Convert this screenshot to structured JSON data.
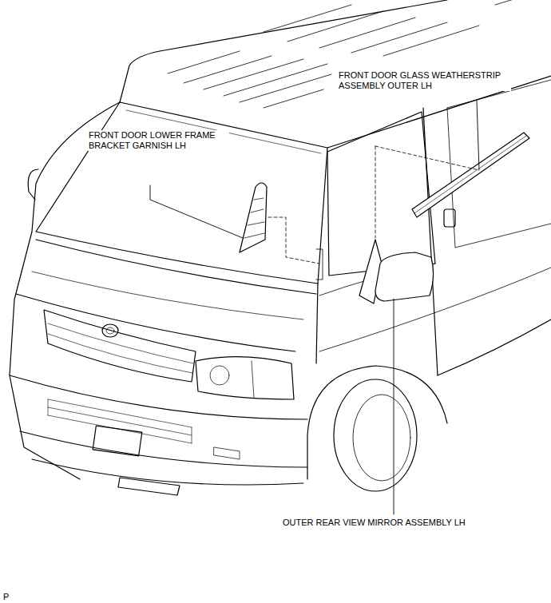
{
  "diagram": {
    "labels": [
      "FRONT DOOR GLASS WEATHERSTRIP ASSEMBLY OUTER LH",
      "FRONT DOOR LOWER FRAME BRACKET GARNISH LH",
      "OUTER REAR VIEW MIRROR ASSEMBLY LH",
      "P"
    ]
  }
}
